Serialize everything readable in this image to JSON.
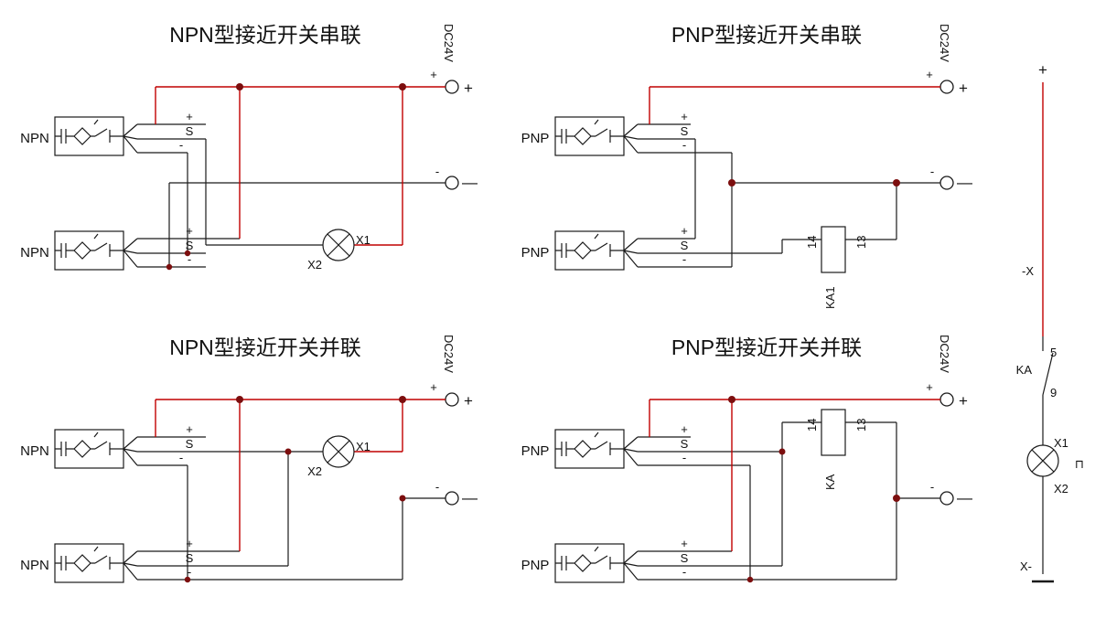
{
  "colors": {
    "wire_red": "#c10000",
    "wire_black": "#1a1a1a",
    "junction_dot": "#7c0e0e",
    "background": "#ffffff"
  },
  "titles": {
    "npn_series": "NPN型接近开关串联",
    "pnp_series": "PNP型接近开关串联",
    "npn_parallel": "NPN型接近开关并联",
    "pnp_parallel": "PNP型接近开关并联"
  },
  "sensors": {
    "npn": "NPN",
    "pnp": "PNP"
  },
  "pins": {
    "plus": "+",
    "signal": "S",
    "minus": "-"
  },
  "supply": {
    "label": "DC24V",
    "plus_small": "+",
    "plus_large": "+",
    "minus_small": "-",
    "minus_large": "—"
  },
  "lamps": {
    "x1": "X1",
    "x2": "X2"
  },
  "relays": {
    "series": {
      "pin_left": "14",
      "pin_right": "13",
      "name": "KA1"
    },
    "parallel": {
      "pin_left": "14",
      "pin_right": "13",
      "name": "KA"
    }
  },
  "side_circuit": {
    "plus": "+",
    "top_wire_label": "-X",
    "contact_pin_top": "5",
    "contact_name": "KA",
    "contact_pin_bottom": "9",
    "lamp_top_label": "X1",
    "lamp_bottom_label": "X2",
    "lamp_mark": "⊓",
    "bottom_wire_label": "X-"
  }
}
